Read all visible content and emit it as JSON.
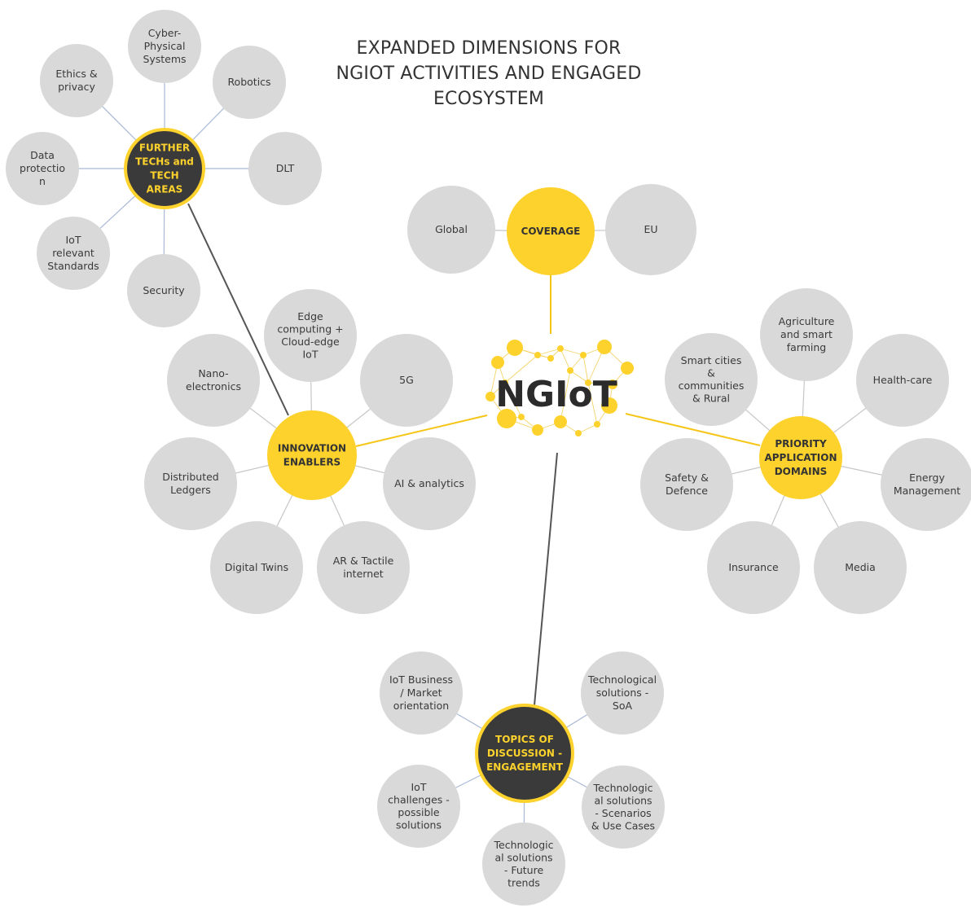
{
  "title": {
    "lines": [
      "EXPANDED DIMENSIONS FOR",
      "NGIOT ACTIVITIES AND ENGAGED",
      "ECOSYSTEM"
    ]
  },
  "logo": {
    "text": "NGIoT"
  },
  "colors": {
    "yellow": "#FDD22C",
    "dark": "#3A3A3A",
    "gray": "#D9D9D9",
    "spoke_light": "#A9B9D6",
    "spoke_gray": "#C6C6C6",
    "main_line_yellow": "#F5C518",
    "main_line_dark": "#555555",
    "text": "#3A3A3A"
  },
  "hubs": {
    "further": {
      "label": [
        "FURTHER",
        "TECHs and",
        "TECH",
        "AREAS"
      ],
      "style": "dark",
      "satellites": [
        [
          "Cyber-",
          "Physical",
          "Systems"
        ],
        [
          "Robotics"
        ],
        [
          "DLT"
        ],
        [
          "Security"
        ],
        [
          "IoT",
          "relevant",
          "Standards"
        ],
        [
          "Data",
          "protectio",
          "n"
        ],
        [
          "Ethics &",
          "privacy"
        ]
      ]
    },
    "coverage": {
      "label": [
        "COVERAGE"
      ],
      "style": "yellow",
      "satellites": [
        [
          "Global"
        ],
        [
          "EU"
        ]
      ]
    },
    "innovation": {
      "label": [
        "INNOVATION",
        "ENABLERS"
      ],
      "style": "yellow",
      "satellites": [
        [
          "Edge",
          "computing +",
          "Cloud-edge",
          "IoT"
        ],
        [
          "5G"
        ],
        [
          "AI & analytics"
        ],
        [
          "AR & Tactile",
          "internet"
        ],
        [
          "Digital Twins"
        ],
        [
          "Distributed",
          "Ledgers"
        ],
        [
          "Nano-",
          "electronics"
        ]
      ]
    },
    "priority": {
      "label": [
        "PRIORITY",
        "APPLICATION",
        "DOMAINS"
      ],
      "style": "yellow",
      "satellites": [
        [
          "Agriculture",
          "and smart",
          "farming"
        ],
        [
          "Health-care"
        ],
        [
          "Energy",
          "Management"
        ],
        [
          "Media"
        ],
        [
          "Insurance"
        ],
        [
          "Safety &",
          "Defence"
        ],
        [
          "Smart cities",
          "&",
          "communities",
          "& Rural"
        ]
      ]
    },
    "topics": {
      "label": [
        "TOPICS OF",
        "DISCUSSION -",
        "ENGAGEMENT"
      ],
      "style": "dark",
      "satellites": [
        [
          "IoT Business",
          "/ Market",
          "orientation"
        ],
        [
          "Technological",
          "solutions -",
          "SoA"
        ],
        [
          "Technologic",
          "al solutions",
          "- Scenarios",
          "& Use Cases"
        ],
        [
          "Technologic",
          "al solutions",
          "- Future",
          "trends"
        ],
        [
          "IoT",
          "challenges -",
          "possible",
          "solutions"
        ]
      ]
    }
  }
}
